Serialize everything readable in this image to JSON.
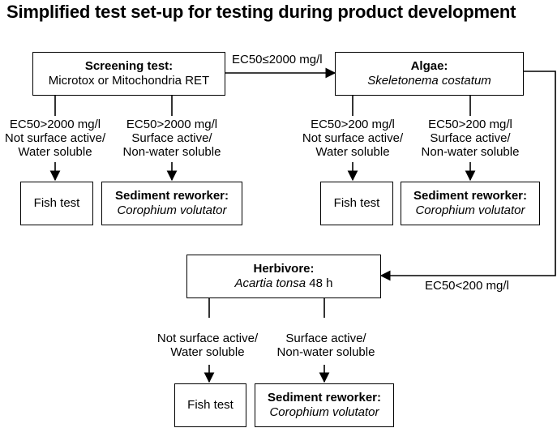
{
  "title": "Simplified test set-up for testing during product development",
  "screening": {
    "heading": "Screening test:",
    "subtitle": "Microtox or Mitochondria RET"
  },
  "algae": {
    "heading": "Algae:",
    "species": "Skeletonema costatum"
  },
  "herbivore": {
    "heading": "Herbivore:",
    "species": "Acartia tonsa",
    "duration": "48 h"
  },
  "fish_test": "Fish test",
  "sediment": {
    "heading": "Sediment reworker:",
    "species": "Corophium volutator"
  },
  "edges": {
    "screen_to_algae": "EC50≤2000 mg/l",
    "algae_to_herbivore": "EC50<200 mg/l",
    "screen_left": [
      "EC50>2000 mg/l",
      "Not surface active/",
      "Water soluble"
    ],
    "screen_right": [
      "EC50>2000 mg/l",
      "Surface active/",
      "Non-water soluble"
    ],
    "algae_left": [
      "EC50>200 mg/l",
      "Not surface active/",
      "Water soluble"
    ],
    "algae_right": [
      "EC50>200 mg/l",
      "Surface active/",
      "Non-water soluble"
    ],
    "herb_left": [
      "Not surface active/",
      "Water soluble"
    ],
    "herb_right": [
      "Surface active/",
      "Non-water soluble"
    ]
  }
}
